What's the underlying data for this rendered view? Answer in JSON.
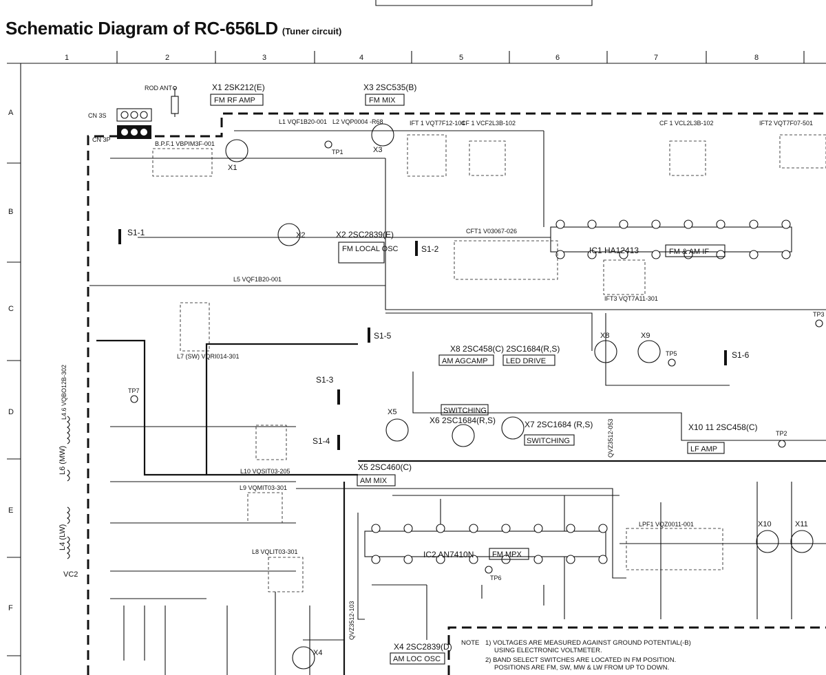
{
  "title": {
    "main": "Schematic Diagram of RC-656LD",
    "sub": "(Tuner circuit)"
  },
  "grid": {
    "columns": [
      "1",
      "2",
      "3",
      "4",
      "5",
      "6",
      "7",
      "8"
    ],
    "rows": [
      "A",
      "B",
      "C",
      "D",
      "E",
      "F"
    ]
  },
  "components": {
    "rod_ant": "ROD ANT",
    "cn3s": "CN 3S",
    "cn3p": "CN 3P",
    "bpf1": "B.P.F.1  VBPIM3F-001",
    "x1": "X1 2SK212(E)",
    "x1_func": "FM RF AMP",
    "x3": "X3 2SC535(B)",
    "x3_func": "FM MIX",
    "l1": "L1 VQF1B20-001",
    "l2": "L2 VQP0004 -R68",
    "ift1": "IFT 1 VQT7F12-104",
    "cf1a": "CF 1 VCF2L3B-102",
    "cf1b": "CF 1 VCL2L3B-102",
    "ift2": "IFT2 VQT7F07-501",
    "ic1": "IC1 HA12413",
    "ic1_func": "FM & AM IF",
    "x2": "X2 2SC2839(E)",
    "x2_func": "FM LOCAL OSC",
    "cft1": "CFT1 V03067-026",
    "ift3": "IFT3 VQT7A11-301",
    "l5": "L5 VQF1B20-001",
    "l7": "L7 (SW) VQRI014-301",
    "l46": "L4.6 VQBO12B-302",
    "x8": "X8 2SC458(C) 2SC1684(R,S)",
    "x8_func1": "AM AGCAMP",
    "x8_func2": "LED DRIVE",
    "x6": "X6 2SC1684(R,S)",
    "x6_func": "SWITCHING",
    "x7": "X7 2SC1684 (R,S)",
    "x7_func": "SWITCHING",
    "x10": "X10 11 2SC458(C)",
    "x10_func": "LF AMP",
    "x5": "X5 2SC460(C)",
    "x5_func": "AM MIX",
    "ic2": "IC2 AN7410N",
    "ic2_func": "FM MPX",
    "l9": "L9 VQMIT03-301",
    "l10": "L10 VQSIT03-205",
    "l8": "L8 VQLIT03-301",
    "lpf1": "LPF1 VQZ0011-001",
    "x4": "X4 2SC2839(D)",
    "x4_func": "AM LOC OSC",
    "vr1": "QVZ3512-103",
    "vr2": "QVZ3512-053"
  },
  "switches": [
    "S1-1",
    "S1-2",
    "S1-3",
    "S1-4",
    "S1-5",
    "S1-6"
  ],
  "test_points": [
    "TP1",
    "TP2",
    "TP3",
    "TP5",
    "TP6",
    "TP7"
  ],
  "band_labels": [
    "L6 (MW)",
    "L4 (LW)",
    "VC2"
  ],
  "notes": {
    "label": "NOTE",
    "n1a": "1) VOLTAGES ARE MEASURED AGAINST GROUND POTENTIAL(-B)",
    "n1b": "USING ELECTRONIC VOLTMETER.",
    "n2a": "2) BAND SELECT SWITCHES ARE LOCATED IN FM POSITION.",
    "n2b": "POSITIONS ARE FM, SW, MW & LW FROM UP TO DOWN."
  }
}
